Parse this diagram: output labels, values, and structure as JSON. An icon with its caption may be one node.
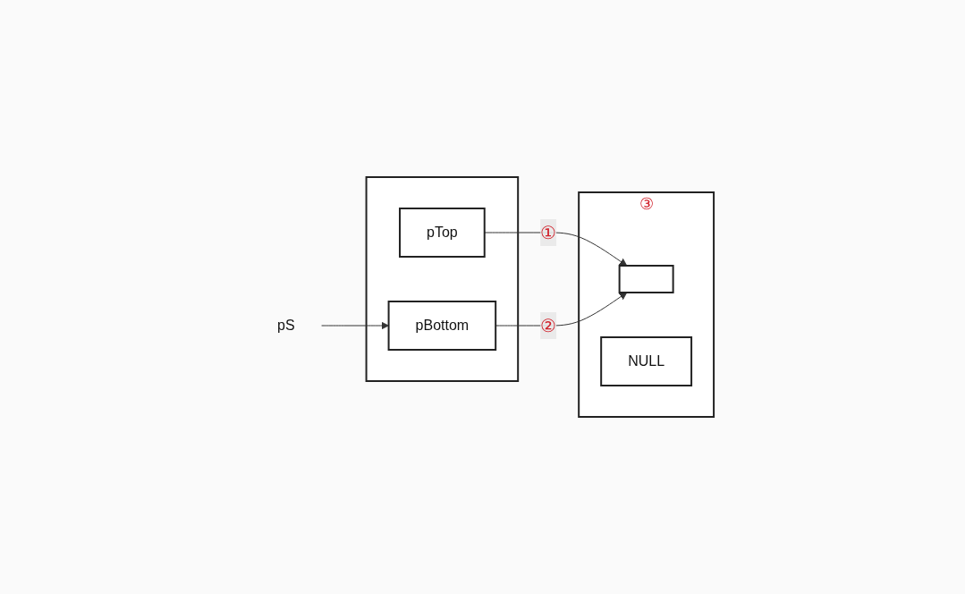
{
  "diagram": {
    "nodes": [
      {
        "text": [],
        "shape": "box"
      },
      {
        "text": [
          "pTop"
        ],
        "in": 0
      },
      {
        "text": [
          "pBottom"
        ],
        "in": 0
      },
      {
        "text": [
          "pS"
        ]
      },
      {
        "text": [],
        "shape": "box",
        "beside": [
          "③"
        ]
      },
      {
        "text": [],
        "shape": "box",
        "in": 4
      },
      {
        "text": [
          "NULL"
        ],
        "in": 4
      }
    ],
    "edges": [
      {
        "from": 1,
        "to": 5,
        "arrow": "to",
        "label": "①"
      },
      {
        "from": 2,
        "to": 5,
        "arrow": "to",
        "label": "②"
      },
      {
        "from": 3,
        "to": 2,
        "arrow": "to"
      }
    ]
  }
}
